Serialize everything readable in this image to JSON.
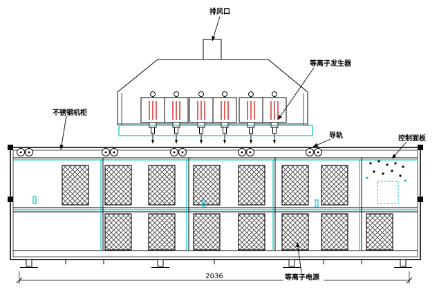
{
  "drawing": {
    "labels": {
      "exhaust_vent": "排风口",
      "plasma_generator": "等离子发生器",
      "stainless_cabinet": "不锈钢机柜",
      "guide_rail": "导轨",
      "control_panel": "控制面板",
      "plasma_power": "等离子电源"
    },
    "dimensions": {
      "overall_width": "2036"
    },
    "colors": {
      "line": "#000000",
      "accent": "#00c3c6",
      "highlight": "#cc1111",
      "background": "#ffffff"
    }
  }
}
